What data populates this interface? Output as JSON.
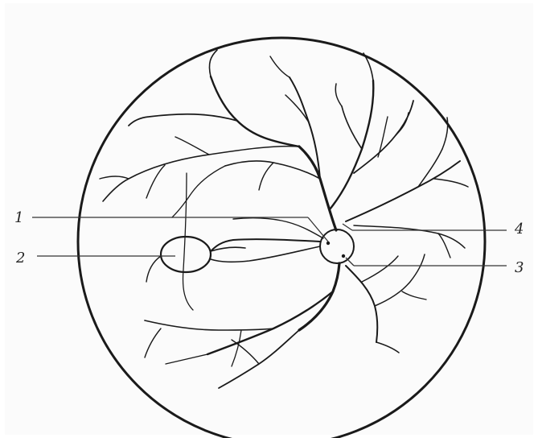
{
  "diagram": {
    "callouts": [
      {
        "id": "1",
        "label": "1"
      },
      {
        "id": "2",
        "label": "2"
      },
      {
        "id": "3",
        "label": "3"
      },
      {
        "id": "4",
        "label": "4"
      }
    ],
    "colors": {
      "ink": "#1a1a1a",
      "paper": "#fbfbfb",
      "leader": "#333333"
    }
  }
}
